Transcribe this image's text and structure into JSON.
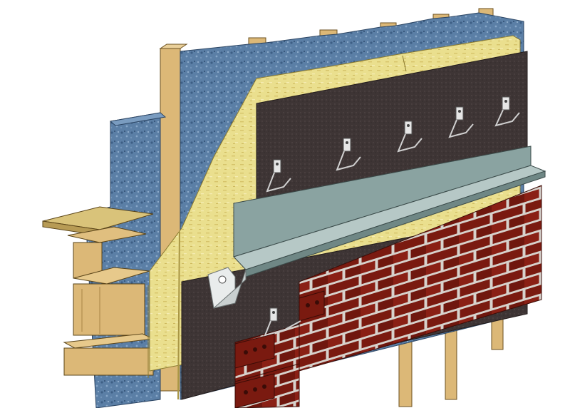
{
  "diagram": {
    "subject": "",
    "layers": [
      {
        "name": "timber-studs",
        "color": "#dcb877"
      },
      {
        "name": "mineral-wool-insulation",
        "color": "#5b7fa6"
      },
      {
        "name": "osb-sheathing",
        "color": "#e9dc8a"
      },
      {
        "name": "weather-resistive-barrier",
        "color": "#3e3535"
      },
      {
        "name": "steel-shelf-angle",
        "color": "#8aa3a1"
      },
      {
        "name": "brick-veneer",
        "color": "#7a1a10"
      },
      {
        "name": "mortar-joints",
        "color": "#d7d2cc"
      },
      {
        "name": "wire-wall-ties",
        "color": "#c8c8c8"
      }
    ]
  }
}
